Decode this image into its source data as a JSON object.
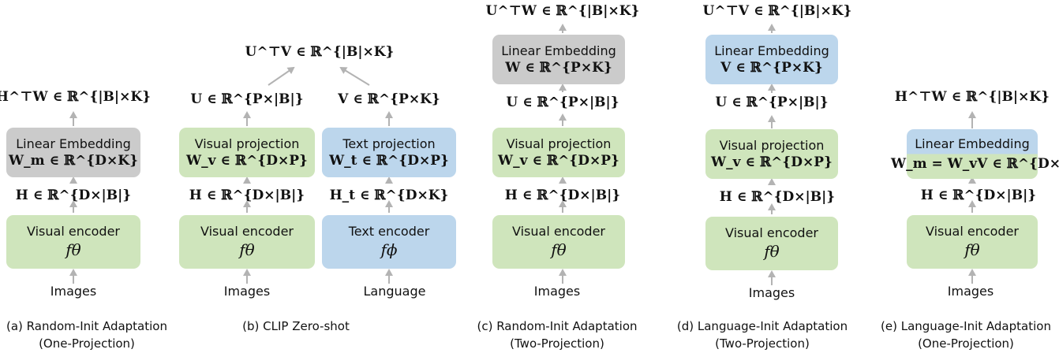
{
  "panels": {
    "a": {
      "input": "Images",
      "encoder": {
        "title": "Visual encoder",
        "symbol": "fθ"
      },
      "h_label": "H ∈ ℝ^{D×|B|}",
      "proj": {
        "title": "Linear Embedding",
        "formula": "W_m ∈ ℝ^{D×K}"
      },
      "out_label": "H^⊤W ∈ ℝ^{|B|×K}",
      "caption_line1": "(a) Random-Init Adaptation",
      "caption_line2": "(One-Projection)"
    },
    "b": {
      "vis_input": "Images",
      "txt_input": "Language",
      "vis_encoder": {
        "title": "Visual encoder",
        "symbol": "fθ"
      },
      "txt_encoder": {
        "title": "Text encoder",
        "symbol": "fϕ"
      },
      "vis_h_label": "H ∈ ℝ^{D×|B|}",
      "txt_h_label": "H_t ∈ ℝ^{D×K}",
      "vis_proj": {
        "title": "Visual projection",
        "formula": "W_v ∈ ℝ^{D×P}"
      },
      "txt_proj": {
        "title": "Text projection",
        "formula": "W_t ∈ ℝ^{D×P}"
      },
      "u_label": "U ∈ ℝ^{P×|B|}",
      "v_label": "V ∈ ℝ^{P×K}",
      "out_label": "U^⊤V ∈ ℝ^{|B|×K}",
      "caption_line1": "(b) CLIP Zero-shot"
    },
    "c": {
      "input": "Images",
      "encoder": {
        "title": "Visual encoder",
        "symbol": "fθ"
      },
      "h_label": "H ∈ ℝ^{D×|B|}",
      "proj": {
        "title": "Visual projection",
        "formula": "W_v ∈ ℝ^{D×P}"
      },
      "u_label": "U ∈ ℝ^{P×|B|}",
      "emb": {
        "title": "Linear Embedding",
        "formula": "W ∈ ℝ^{P×K}"
      },
      "out_label": "U^⊤W ∈ ℝ^{|B|×K}",
      "caption_line1": "(c) Random-Init Adaptation",
      "caption_line2": "(Two-Projection)"
    },
    "d": {
      "input": "Images",
      "encoder": {
        "title": "Visual encoder",
        "symbol": "fθ"
      },
      "h_label": "H ∈ ℝ^{D×|B|}",
      "proj": {
        "title": "Visual projection",
        "formula": "W_v ∈ ℝ^{D×P}"
      },
      "u_label": "U ∈ ℝ^{P×|B|}",
      "emb": {
        "title": "Linear Embedding",
        "formula": "V ∈ ℝ^{P×K}"
      },
      "out_label": "U^⊤V ∈ ℝ^{|B|×K}",
      "caption_line1": "(d) Language-Init Adaptation",
      "caption_line2": "(Two-Projection)"
    },
    "e": {
      "input": "Images",
      "encoder": {
        "title": "Visual encoder",
        "symbol": "fθ"
      },
      "h_label": "H ∈ ℝ^{D×|B|}",
      "proj": {
        "title": "Linear Embedding",
        "formula": "W_m = W_vV ∈ ℝ^{D×K}"
      },
      "out_label": "H^⊤W ∈ ℝ^{|B|×K}",
      "caption_line1": "(e) Language-Init Adaptation",
      "caption_line2": "(One-Projection)"
    }
  },
  "colors": {
    "green": "#cfe5bc",
    "gray": "#cbcbcb",
    "blue": "#bcd6ec",
    "arrow": "#b3b3b3"
  }
}
